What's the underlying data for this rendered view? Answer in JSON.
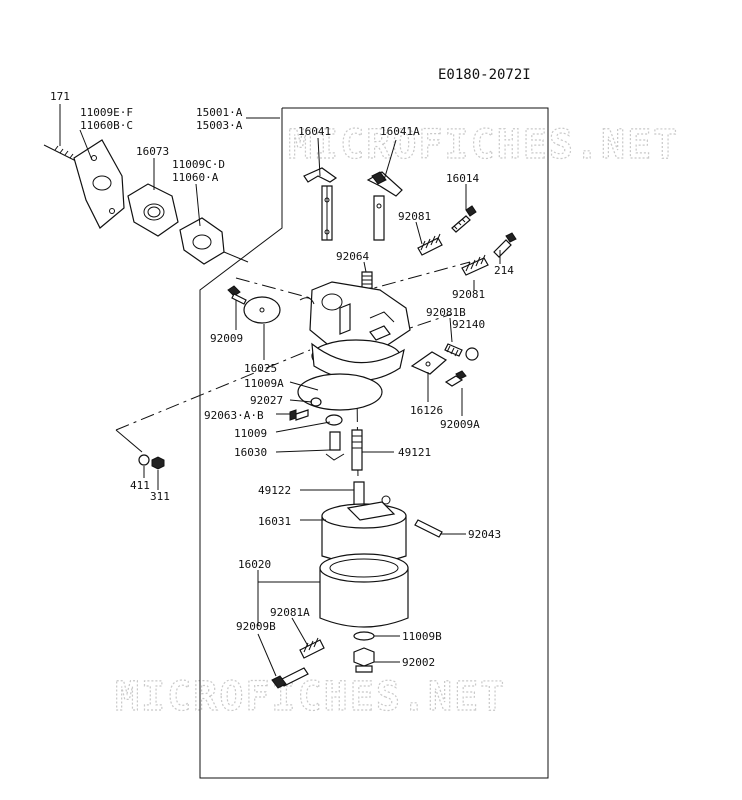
{
  "document_code": "E0180-2072I",
  "watermark_text": "MICROFICHES.NET",
  "part_labels": {
    "p171": "171",
    "p11009E_F": "11009E·F",
    "p11060B_C": "11060B·C",
    "p15001_A": "15001·A",
    "p15003_A": "15003·A",
    "p16073": "16073",
    "p11009C_D": "11009C·D",
    "p11060_A": "11060·A",
    "p16041": "16041",
    "p16041A": "16041A",
    "p16014": "16014",
    "p92081_top": "92081",
    "p92064": "92064",
    "p214": "214",
    "p92081_mid": "92081",
    "p92081B": "92081B",
    "p92140": "92140",
    "p92009": "92009",
    "p16025": "16025",
    "p11009A": "11009A",
    "p92027": "92027",
    "p92063_A_B": "92063·A·B",
    "p11009": "11009",
    "p16030": "16030",
    "p49121": "49121",
    "p16126": "16126",
    "p92009A": "92009A",
    "p411": "411",
    "p311": "311",
    "p49122": "49122",
    "p16031": "16031",
    "p92043": "92043",
    "p16020": "16020",
    "p92081A": "92081A",
    "p92009B": "92009B",
    "p11009B": "11009B",
    "p92002": "92002"
  }
}
